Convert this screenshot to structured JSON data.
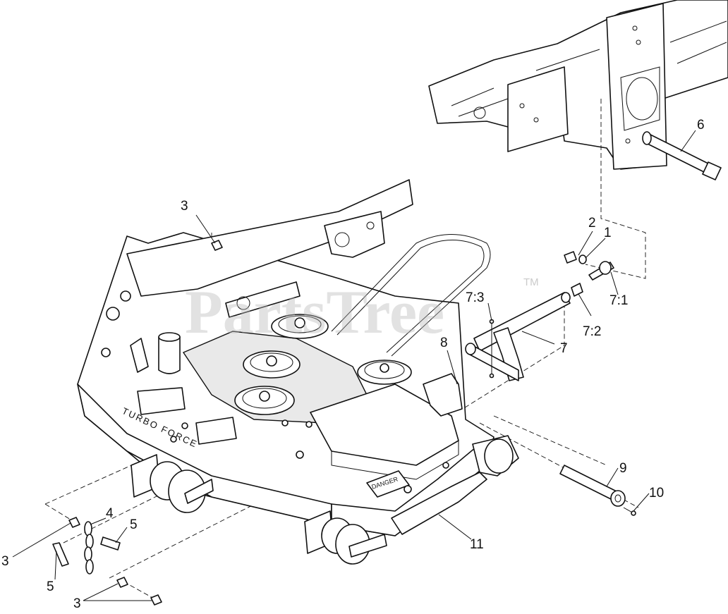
{
  "watermark": {
    "text": "PartsTree",
    "trademark": "TM"
  },
  "decals": {
    "brand": "TURBO FORCE",
    "warning": "DANGER"
  },
  "callouts": [
    {
      "id": "c1",
      "label": "1"
    },
    {
      "id": "c2",
      "label": "2"
    },
    {
      "id": "c3a",
      "label": "3"
    },
    {
      "id": "c3b",
      "label": "3"
    },
    {
      "id": "c3c",
      "label": "3"
    },
    {
      "id": "c4",
      "label": "4"
    },
    {
      "id": "c5a",
      "label": "5"
    },
    {
      "id": "c5b",
      "label": "5"
    },
    {
      "id": "c6",
      "label": "6"
    },
    {
      "id": "c7",
      "label": "7"
    },
    {
      "id": "c71",
      "label": "7:1"
    },
    {
      "id": "c72",
      "label": "7:2"
    },
    {
      "id": "c73",
      "label": "7:3"
    },
    {
      "id": "c8",
      "label": "8"
    },
    {
      "id": "c9",
      "label": "9"
    },
    {
      "id": "c10",
      "label": "10"
    },
    {
      "id": "c11",
      "label": "11"
    }
  ]
}
